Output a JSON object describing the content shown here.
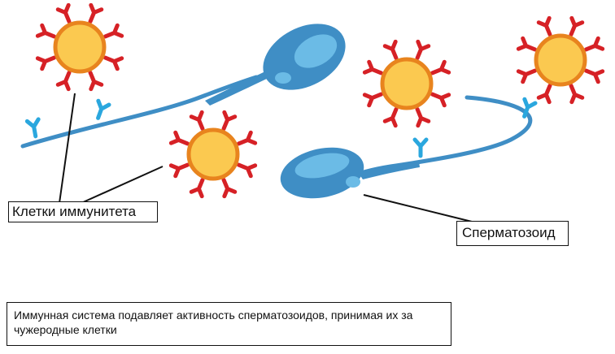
{
  "labels": {
    "immune_cells": "Клетки иммунитета",
    "sperm": "Сперматозоид"
  },
  "caption": "Иммунная система подавляет активность сперматозоидов, принимая их за чужеродные клетки",
  "colors": {
    "cell_fill": "#fbc950",
    "cell_stroke": "#e8841e",
    "antibody_red": "#d62126",
    "antibody_blue": "#2aa7de",
    "sperm_body": "#3f8ec5",
    "sperm_dark": "#2f6f9e",
    "sperm_highlight": "#6bbbe6",
    "line": "#111111"
  }
}
